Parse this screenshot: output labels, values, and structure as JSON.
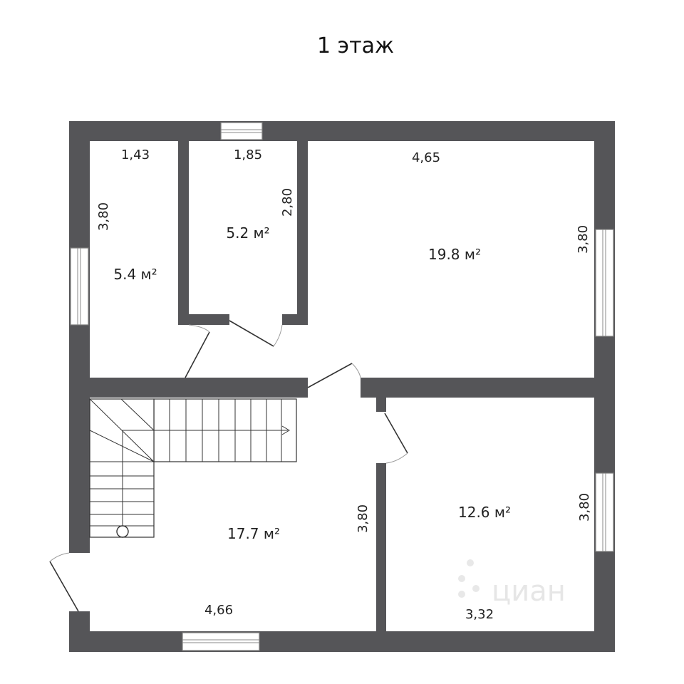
{
  "title": "1 этаж",
  "rooms": [
    {
      "id": "small-left",
      "area": "5.4 м²"
    },
    {
      "id": "small-mid",
      "area": "5.2 м²"
    },
    {
      "id": "big-top-right",
      "area": "19.8 м²"
    },
    {
      "id": "hall-bottom-left",
      "area": "17.7 м²"
    },
    {
      "id": "bottom-right",
      "area": "12.6 м²"
    }
  ],
  "dimensions": {
    "d1": "1,43",
    "d2": "1,85",
    "d3": "4,65",
    "d4": "3,80",
    "d5": "2,80",
    "d6": "3,80",
    "d7": "3,80",
    "d8": "3,80",
    "d9": "4,66",
    "d10": "3,32"
  },
  "watermark": {
    "text": "циан",
    "number": "4"
  }
}
